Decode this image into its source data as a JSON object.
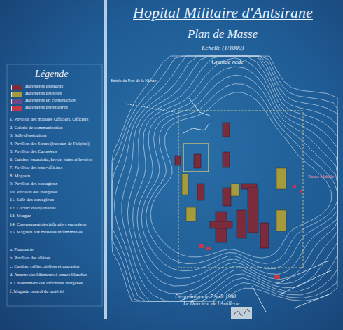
{
  "diagram": {
    "title": "Hopital Militaire d'Antsirane",
    "labels": [
      "Plan de Masse",
      "Echelle (1/1000)",
      "Légende",
      "1. Pavillon des malades Officiers, Officiers",
      "2. Galerie de communication",
      "3. Salle d'opérations",
      "4. Pavillon des Sœurs (bureaux de l'hôpital)",
      "5. Pavillon des Européens",
      "6. Cuisine, buanderie, lavoir, bains et lavabos",
      "7. Pavillon des sous-officiers",
      "8. Magasin",
      "9. Pavillon des contagieux",
      "10. Pavillon des indigènes",
      "11. Salle des contagieux",
      "12. Locaux disciplinaires",
      "13. Morgue",
      "14. Casernement des infirmiers européens",
      "15. Magasin aux matières inflammables",
      "a. Pharmacie",
      "b. Pavillon des aliénés",
      "c. Cuisine, cellier, ateliers et magasins",
      "d. Annexe des bâtiments à tenues blanches",
      "e. Casernement des infirmiers indigènes",
      "f. Magasin central du matériel",
      "Grande rade",
      "Entrée du Port de la Nièvre",
      "Route Mahela",
      "Diego-Suarez le 7 Août 1900",
      "Le Directeur de l'Artillerie"
    ],
    "legend": [
      {
        "text": "Bâtiments existants",
        "color": "#7a2b3c"
      },
      {
        "text": "Bâtiments projetés",
        "color": "#a59b3d"
      },
      {
        "text": "Bâtiments en construction",
        "color": "#6a4b8a"
      },
      {
        "text": "Bâtiments provisoires",
        "color": "#c23a4a"
      }
    ]
  }
}
